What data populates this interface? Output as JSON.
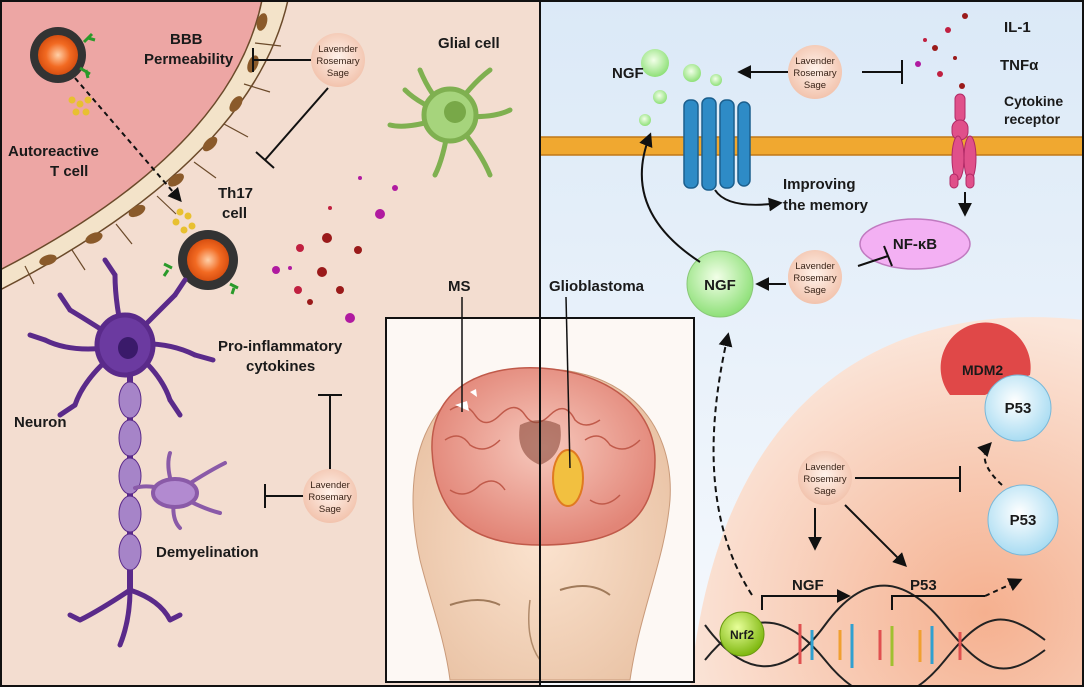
{
  "left_panel": {
    "bbb_line1": "BBB",
    "bbb_line2": "Permeability",
    "glial": "Glial cell",
    "autoreactive_line1": "Autoreactive",
    "autoreactive_line2": "T cell",
    "th17_line1": "Th17",
    "th17_line2": "cell",
    "proinflam_line1": "Pro-inflammatory",
    "proinflam_line2": "cytokines",
    "neuron": "Neuron",
    "demyelination": "Demyelination"
  },
  "center_panel": {
    "ms": "MS",
    "glioblastoma": "Glioblastoma"
  },
  "right_panel": {
    "ngf_top": "NGF",
    "il1": "IL-1",
    "tnf": "TNFα",
    "cytokine_receptor_line1": "Cytokine",
    "cytokine_receptor_line2": "receptor",
    "improving_line1": "Improving",
    "improving_line2": "the memory",
    "nfkb": "NF-κB",
    "ngf_circle": "NGF",
    "mdm2": "MDM2",
    "p53_mdm2": "P53",
    "p53_circle": "P53",
    "gene_ngf": "NGF",
    "gene_p53": "P53",
    "nrf2": "Nrf2"
  },
  "herb": {
    "line1": "Lavender",
    "line2": "Rosemary",
    "line3": "Sage"
  },
  "colors": {
    "left_bg": "#f3ddd0",
    "blood_vessel": "#eea4a4",
    "right_bg": "#e6f0fa",
    "membrane": "#f0a830",
    "channel": "#2e8bc6",
    "receptor": "#e0508a",
    "nfkb": "#f0a8f0",
    "ngf": "#8ee078",
    "p53": "#bfe6f7",
    "mdm2": "#e04848",
    "neuron": "#5a2a8a",
    "glial": "#8cc060",
    "nrf2": "#a8d820"
  }
}
